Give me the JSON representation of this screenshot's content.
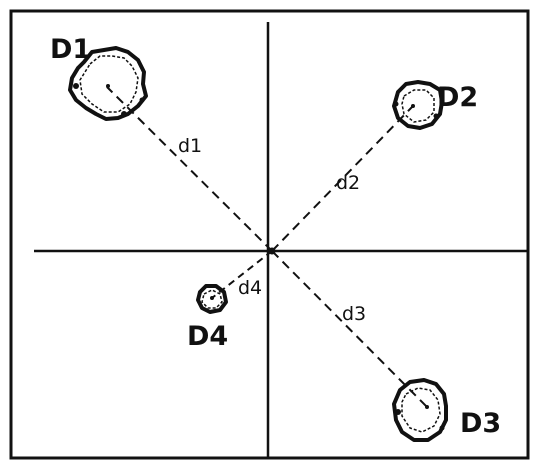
{
  "diagram": {
    "clusters": [
      {
        "id": "D1",
        "label": "D1"
      },
      {
        "id": "D2",
        "label": "D2"
      },
      {
        "id": "D3",
        "label": "D3"
      },
      {
        "id": "D4",
        "label": "D4"
      }
    ],
    "distances": [
      {
        "id": "d1",
        "label": "d1",
        "sub": "1"
      },
      {
        "id": "d2",
        "label": "d2"
      },
      {
        "id": "d3",
        "label": "d3"
      },
      {
        "id": "d4",
        "label": "d4"
      }
    ]
  },
  "colors": {
    "ink": "#111111",
    "background": "#ffffff"
  }
}
